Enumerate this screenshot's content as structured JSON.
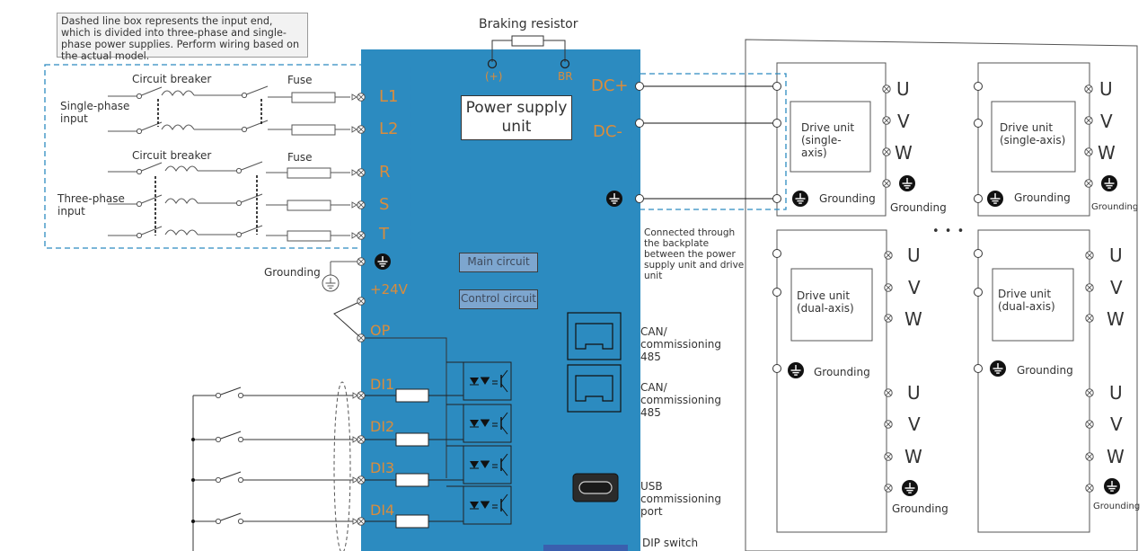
{
  "note": "Dashed line box represents the input end, which is divided into three-phase and single-phase power supplies. Perform wiring based on the actual model.",
  "braking_resistor": "Braking resistor",
  "br_plus": "(+)",
  "br_minus": "BR",
  "psu_title": "Power supply unit",
  "dc_plus": "DC+",
  "dc_minus": "DC-",
  "single_input": {
    "breaker": "Circuit breaker",
    "fuse": "Fuse",
    "label": "Single-phase input",
    "terminals": [
      "L1",
      "L2"
    ]
  },
  "three_input": {
    "breaker": "Circuit breaker",
    "fuse": "Fuse",
    "label": "Three-phase input",
    "terminals": [
      "R",
      "S",
      "T"
    ]
  },
  "grounding": "Grounding",
  "main_circuit": "Main circuit",
  "control_circuit": "Control circuit",
  "plus24v": "+24V",
  "op": "OP",
  "di": [
    "DI1",
    "DI2",
    "DI3",
    "DI4"
  ],
  "can1": "CAN/ commissioning 485",
  "can2": "CAN/ commissioning 485",
  "usb": "USB commissioning port",
  "dip": "DIP switch",
  "backplate_note": "Connected through the backplate between the power supply unit and drive unit",
  "ellipsis": "• • •",
  "drive_single": {
    "label": "Drive unit (single-axis)",
    "phases": [
      "U",
      "V",
      "W"
    ]
  },
  "drive_dual": {
    "label": "Drive unit (dual-axis)",
    "phases": [
      "U",
      "V",
      "W"
    ]
  },
  "colors": {
    "psu_body": "#2c8bc0",
    "terminal_text": "#d98c3c",
    "dashed": "#2c8bc0",
    "panel_bg": "#7da6cf"
  }
}
